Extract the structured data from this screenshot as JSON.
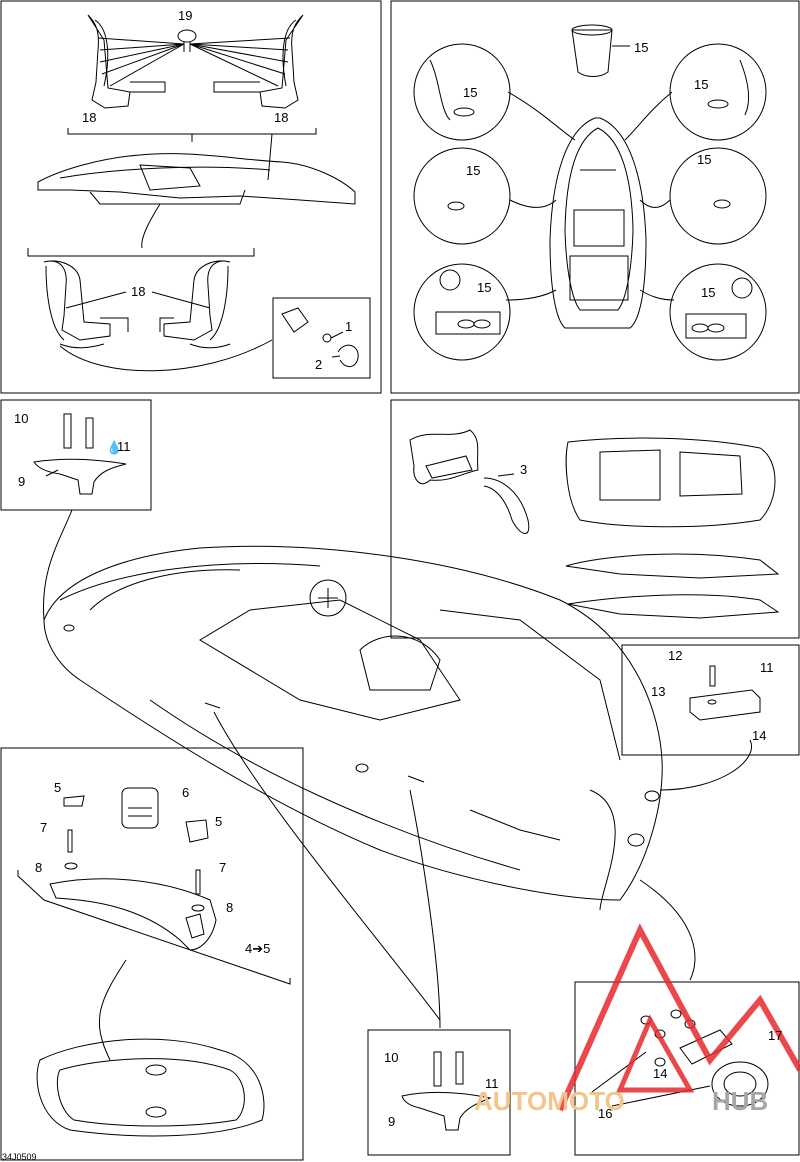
{
  "figure_code": "34J0509",
  "callouts": {
    "n1": "1",
    "n2": "2",
    "n3": "3",
    "n4to5": "4➔5",
    "n5a": "5",
    "n5b": "5",
    "n6": "6",
    "n7a": "7",
    "n7b": "7",
    "n8a": "8",
    "n8b": "8",
    "n9a": "9",
    "n9b": "9",
    "n10a": "10",
    "n10b": "10",
    "n11a": "11",
    "n11b": "11",
    "n11c": "11",
    "n12": "12",
    "n13": "13",
    "n14a": "14",
    "n14b": "14",
    "n15a": "15",
    "n15b": "15",
    "n15c": "15",
    "n15d": "15",
    "n15e": "15",
    "n15f": "15",
    "n15g": "15",
    "n16": "16",
    "n17": "17",
    "n18a": "18",
    "n18b": "18",
    "n18c": "18",
    "n19": "19"
  },
  "watermark": {
    "text_a": "AUTOMOTO",
    "text_b": "HUB"
  },
  "colors": {
    "line": "#000000",
    "watermark_red": "#e8282b",
    "watermark_orange": "#f2c58a",
    "watermark_grey": "#a6a6a6"
  }
}
